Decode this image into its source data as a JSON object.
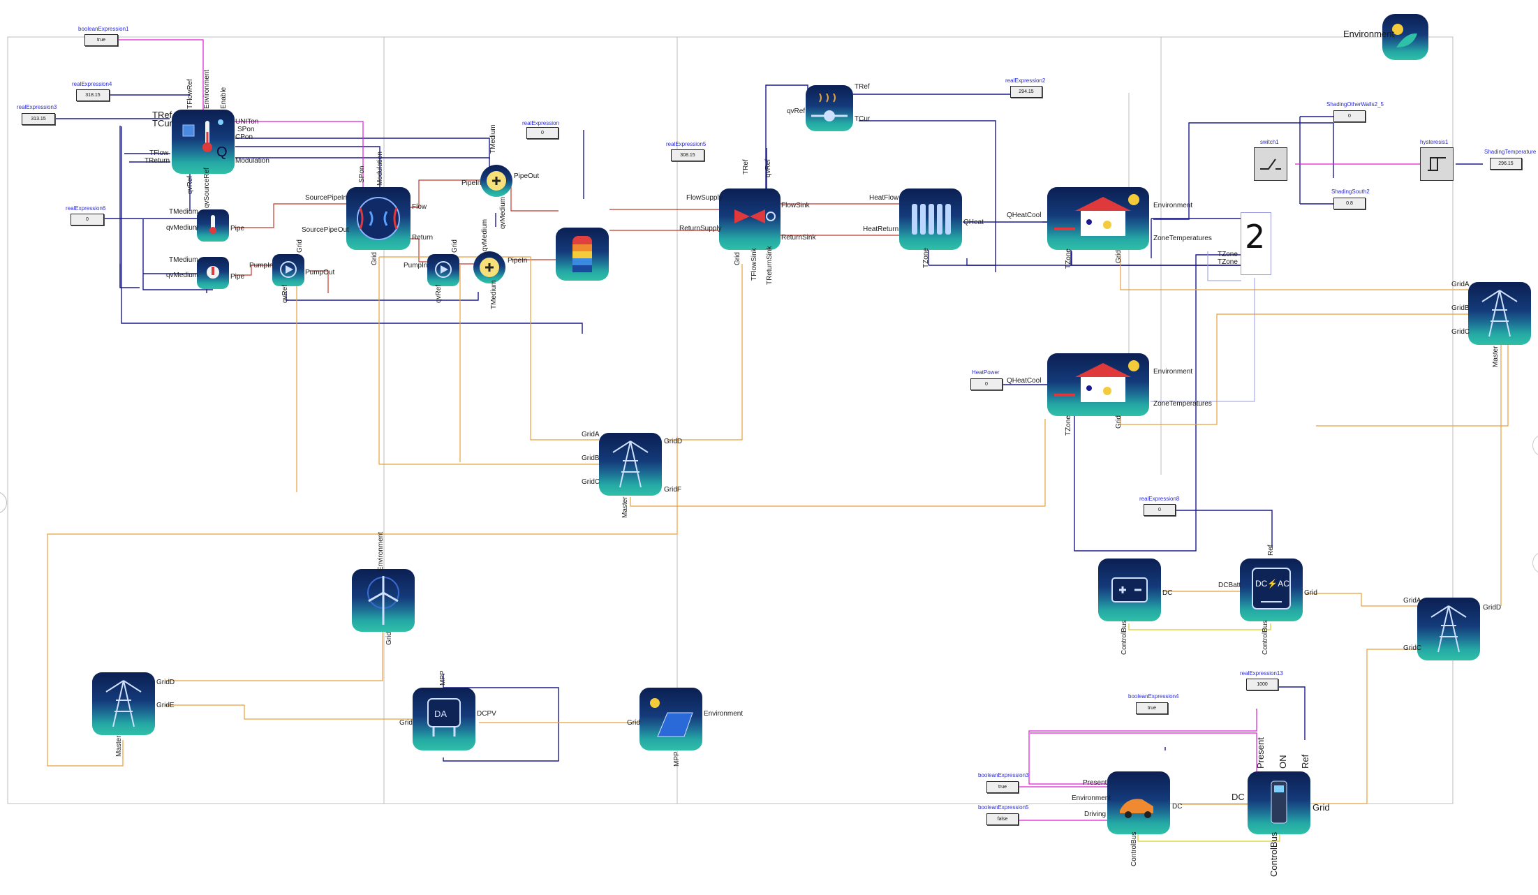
{
  "expressions": {
    "booleanExpression1": {
      "name": "booleanExpression1",
      "value": "true"
    },
    "realExpression4": {
      "name": "realExpression4",
      "value": "318.15"
    },
    "realExpression3": {
      "name": "realExpression3",
      "value": "313.15"
    },
    "realExpression6": {
      "name": "realExpression6",
      "value": "0"
    },
    "realExpression": {
      "name": "realExpression",
      "value": "0"
    },
    "realExpression5": {
      "name": "realExpression5",
      "value": "308.15"
    },
    "realExpression2": {
      "name": "realExpression2",
      "value": "294.15"
    },
    "shadingOther": {
      "name": "ShadingOtherWalls2_5",
      "value": "0"
    },
    "shadingSouth2": {
      "name": "ShadingSouth2",
      "value": "0.8"
    },
    "shadingTemperature": {
      "name": "ShadingTemperature",
      "value": "296.15"
    },
    "heatPower": {
      "name": "HeatPower",
      "value": "0"
    },
    "realExpression8": {
      "name": "realExpression8",
      "value": "0"
    },
    "realExpression13": {
      "name": "realExpression13",
      "value": "1000"
    },
    "booleanExpression4": {
      "name": "booleanExpression4",
      "value": "true"
    },
    "booleanExpression3": {
      "name": "booleanExpression3",
      "value": "true"
    },
    "booleanExpression5": {
      "name": "booleanExpression5",
      "value": "false"
    }
  },
  "components": {
    "switch1": "switch1",
    "hysteresis1": "hysteresis1",
    "zoneIndex": "2"
  },
  "labels": {
    "environment": "Environment",
    "tref": "TRef",
    "tcur": "TCur",
    "tflow": "TFlow",
    "treturn": "TReturn",
    "tflowref": "TFlowRef",
    "enable": "Enable",
    "uniton": "UNITon",
    "spon": "SPon",
    "cpon": "CPon",
    "q": "Q",
    "modulation": "Modulation",
    "qvref": "qvRef",
    "qvsourceref": "qvSourceRef",
    "tmedium": "TMedium",
    "qvmedium": "qvMedium",
    "pipe": "Pipe",
    "sourcepipein": "SourcePipeIn",
    "sourcepipeout": "SourcePipeOut",
    "flow": "Flow",
    "return": "Return",
    "spon2": "SPon",
    "grid": "Grid",
    "pumpin": "PumpIn",
    "pumpout": "PumpOut",
    "pipein": "PipeIn",
    "pipeout": "PipeOut",
    "flowsupply": "FlowSupply",
    "returnsupply": "ReturnSupply",
    "flowsink": "FlowSink",
    "returnsink": "ReturnSink",
    "tflowsink": "TFlowSink",
    "treturnsink": "TReturnSink",
    "heatflow": "HeatFlow",
    "heatreturn": "HeatReturn",
    "qheat": "QHeat",
    "tzone": "TZone",
    "qheatcool": "QHeatCool",
    "zonetemps": "ZoneTemperatures",
    "grida": "GridA",
    "gridb": "GridB",
    "gridc": "GridC",
    "gridd": "GridD",
    "gride": "GridE",
    "gridf": "GridF",
    "master": "Master",
    "dc": "DC",
    "dcbatt": "DCBatt",
    "controlbus": "ControlBus",
    "ref": "Ref",
    "dcpv": "DCPV",
    "mpp": "MPP",
    "present": "Present",
    "driving": "Driving",
    "on": "ON"
  },
  "colors": {
    "thermal": "#1a1a8c",
    "heat": "#c0392b",
    "electric": "#e8a13a",
    "bool": "#e01ad8",
    "control": "#d9cf2b",
    "real": "#1a1a8c"
  }
}
